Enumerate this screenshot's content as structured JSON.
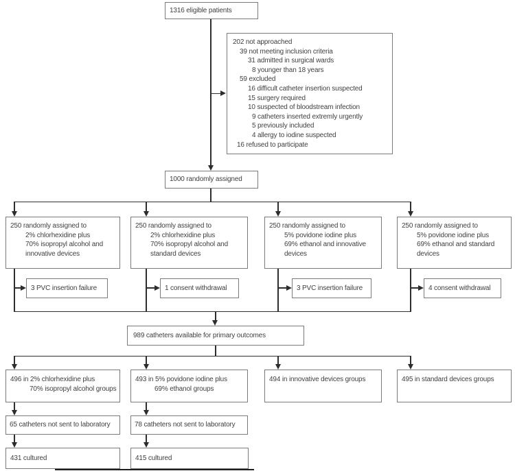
{
  "palette": {
    "background": "#ffffff",
    "box_border": "#7a7a7a",
    "connector_line": "#2d2d2d",
    "text": "#3f3f3f"
  },
  "flow": {
    "eligible": "1316 eligible patients",
    "not_randomized": [
      "202 not approached",
      "39 not meeting inclusion criteria",
      "31 admitted in surgical wards",
      "8 younger than 18 years",
      "59 excluded",
      "16 difficult catheter insertion suspected",
      "15 surgery required",
      "10 suspected of bloodstream infection",
      "9 catheters inserted extremly urgently",
      "5 previously included",
      "4 allergy to iodine suspected",
      "16 refused to participate"
    ],
    "randomized": "1000 randomly assigned",
    "arms": [
      {
        "line1": "250 randomly assigned to",
        "line2": "2% chlorhexidine plus",
        "line3": "70% isopropyl alcohol and",
        "line4": "innovative devices"
      },
      {
        "line1": "250 randomly assigned to",
        "line2": "2% chlorhexidine plus",
        "line3": "70% isopropyl alcohol and",
        "line4": "standard devices"
      },
      {
        "line1": "250 randomly assigned to",
        "line2": "5% povidone iodine plus",
        "line3": "69% ethanol and innovative",
        "line4": "devices"
      },
      {
        "line1": "250 randomly assigned to",
        "line2": "5% povidone iodine plus",
        "line3": "69% ethanol and standard",
        "line4": "devices"
      }
    ],
    "post_assignment_losses": [
      "3 PVC insertion failure",
      "1 consent withdrawal",
      "3 PVC insertion failure",
      "4 consent withdrawal"
    ],
    "primary_outcomes": "989 catheters available for primary outcomes",
    "analysis_groups": [
      {
        "line1": "496 in 2% chlorhexidine plus",
        "line2": "70% isopropyl alcohol groups"
      },
      {
        "line1": "493 in 5% povidone iodine plus",
        "line2": "69% ethanol groups"
      },
      {
        "line1": "494 in innovative devices groups"
      },
      {
        "line1": "495 in standard devices groups"
      }
    ],
    "not_sent_to_lab": [
      "65 catheters not sent to laboratory",
      "78 catheters not sent to laboratory"
    ],
    "cultured": [
      "431 cultured",
      "415 cultured"
    ]
  }
}
